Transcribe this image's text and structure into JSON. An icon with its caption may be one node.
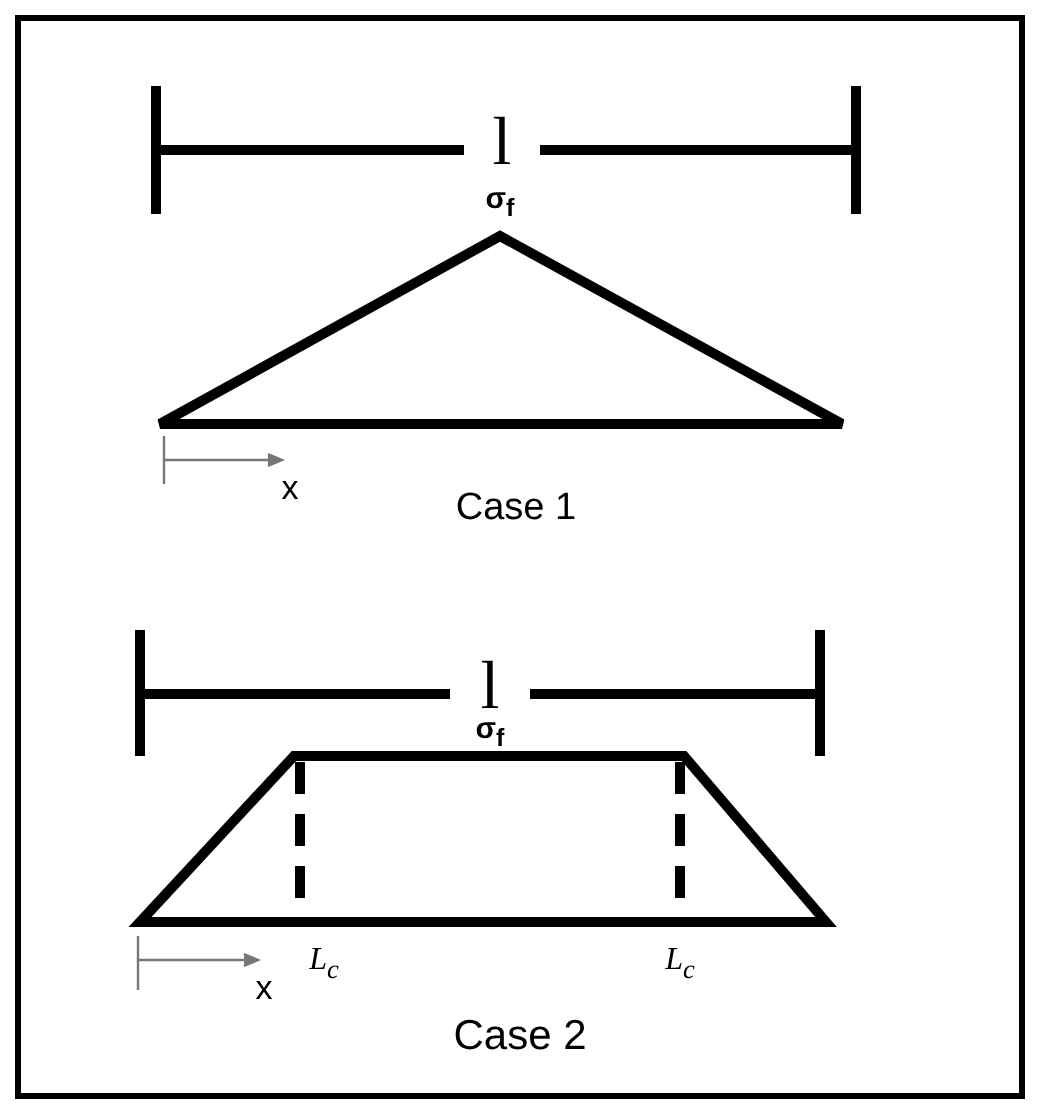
{
  "diagram": {
    "labels": [
      "l",
      "σ$_{f}$",
      "x",
      "Case 1",
      "l",
      "σ$_{f}$",
      "x",
      "L$_{c}$",
      "L$_{c}$",
      "Case 2"
    ]
  }
}
